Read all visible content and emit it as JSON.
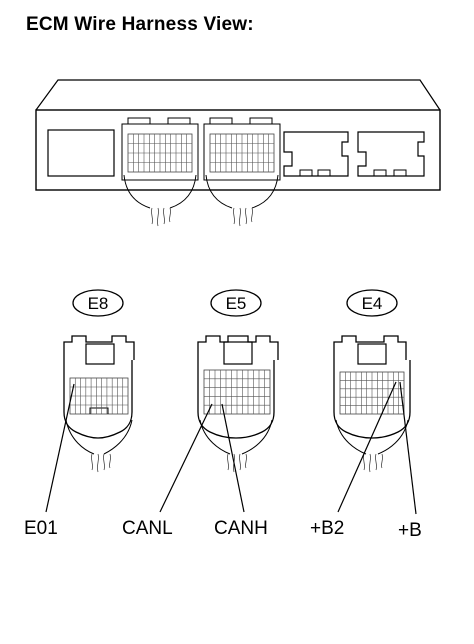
{
  "title": "ECM Wire Harness View:",
  "connectors": [
    {
      "id": "E8"
    },
    {
      "id": "E5"
    },
    {
      "id": "E4"
    }
  ],
  "pin_labels": [
    "E01",
    "CANL",
    "CANH",
    "+B2",
    "+B"
  ]
}
